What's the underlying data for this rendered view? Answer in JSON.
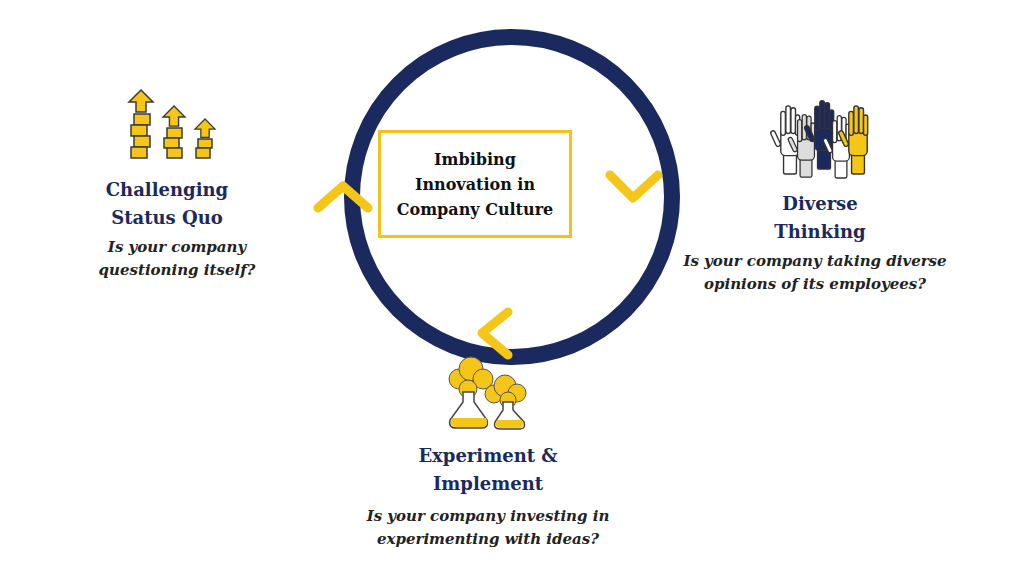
{
  "diagram": {
    "nodes": [
      {
        "text": [
          "Imbibing Innovation in Company Culture"
        ]
      }
    ],
    "labels": [
      "Challenging Status Quo",
      "Is your company questioning itself?",
      "Diverse Thinking",
      "Is your company taking diverse opinions of its employees?",
      "Experiment & Implement",
      "Is your company investing in experimenting with ideas?"
    ]
  }
}
